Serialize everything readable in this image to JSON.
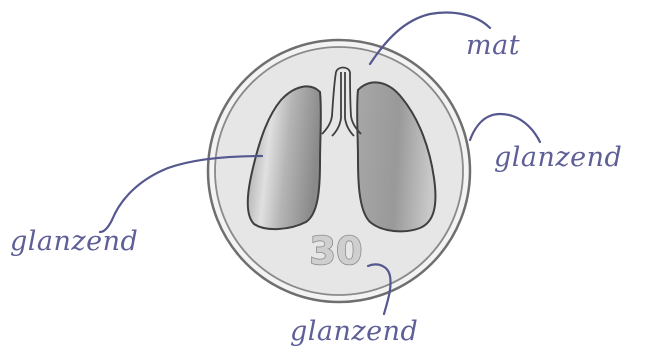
{
  "coin": {
    "value": "30",
    "colors": {
      "face": "#e6e6e6",
      "rim_outer": "#7f7f7f",
      "rim_inner": "#9e9e9e",
      "lung_light": "#d7d7d7",
      "lung_dark": "#8f8f8f",
      "label_ink": "#5d5f96"
    }
  },
  "labels": {
    "mat": "mat",
    "rim": "glanzend",
    "lung": "glanzend",
    "number": "glanzend"
  }
}
